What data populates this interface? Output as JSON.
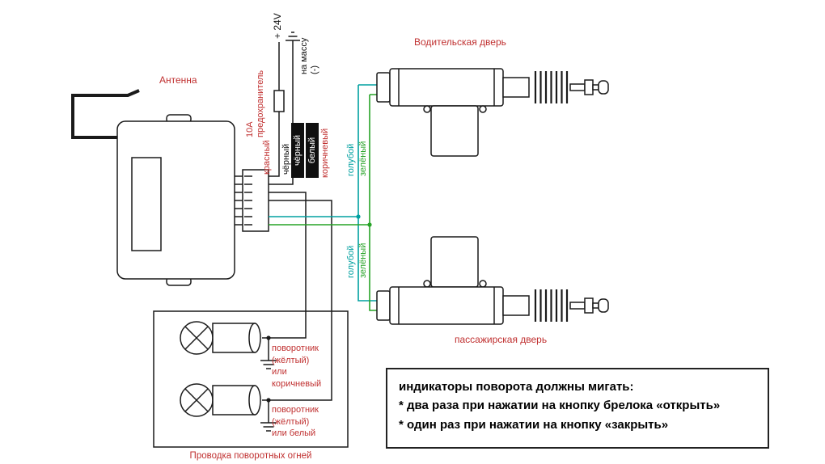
{
  "colors": {
    "label_red": "#c03030",
    "wire_teal": "#00a0a0",
    "wire_green": "#27a327"
  },
  "labels": {
    "antenna": "Антенна",
    "fuse": "10А\nпредохранитель",
    "plus_24v": "+ 24V",
    "ground_top": "на массу\n(-)",
    "driver_door": "Водительская дверь",
    "passenger_door": "пассажирская дверь",
    "turn_box_caption": "Проводка поворотных огней"
  },
  "wire_labels": {
    "red": "красный",
    "black": "чёрный",
    "black_bar": "чёрный",
    "white_bar": "белый",
    "brown": "коричневый",
    "blue_top": "голубой",
    "green_top": "зелёный",
    "blue_bottom": "голубой",
    "green_bottom": "зелёный"
  },
  "turn_signals": {
    "lamp1_label": "поворотник\n(жёлтый)\nили\nкоричневый",
    "lamp2_label": "поворотник\n(жёлтый)\nили белый"
  },
  "note_box": {
    "title": "индикаторы поворота должны мигать:",
    "item1": "* два раза при нажатии на кнопку брелока «открыть»",
    "item2": "* один раз при нажатии на кнопку «закрыть»"
  }
}
